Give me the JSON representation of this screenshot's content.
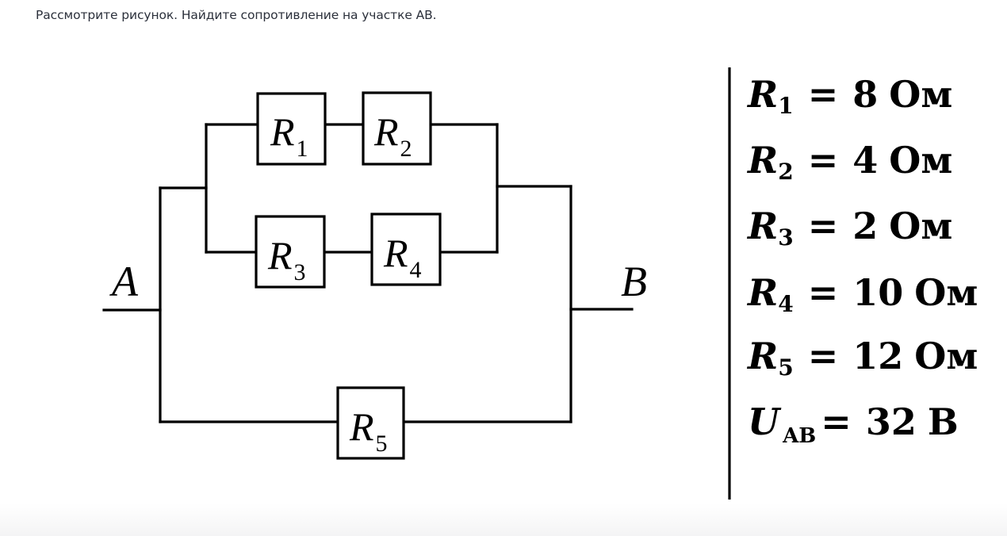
{
  "question": {
    "text": "Рассмотрите рисунок. Найдите сопротивление на участке АВ."
  },
  "circuit": {
    "nodes": {
      "a_label": "A",
      "b_label": "B"
    },
    "resistors": [
      {
        "id": "R1",
        "symbol": "R",
        "index": "1"
      },
      {
        "id": "R2",
        "symbol": "R",
        "index": "2"
      },
      {
        "id": "R3",
        "symbol": "R",
        "index": "3"
      },
      {
        "id": "R4",
        "symbol": "R",
        "index": "4"
      },
      {
        "id": "R5",
        "symbol": "R",
        "index": "5"
      }
    ]
  },
  "given": [
    {
      "symbol": "R",
      "index": "1",
      "equals": "=",
      "value": "8",
      "unit": "Ом"
    },
    {
      "symbol": "R",
      "index": "2",
      "equals": "=",
      "value": "4",
      "unit": "Ом"
    },
    {
      "symbol": "R",
      "index": "3",
      "equals": "=",
      "value": "2",
      "unit": "Ом"
    },
    {
      "symbol": "R",
      "index": "4",
      "equals": "=",
      "value": "10",
      "unit": "Ом"
    },
    {
      "symbol": "R",
      "index": "5",
      "equals": "=",
      "value": "12",
      "unit": "Ом"
    },
    {
      "symbol": "U",
      "index": "AB",
      "equals": "=",
      "value": "32",
      "unit": "В"
    }
  ]
}
